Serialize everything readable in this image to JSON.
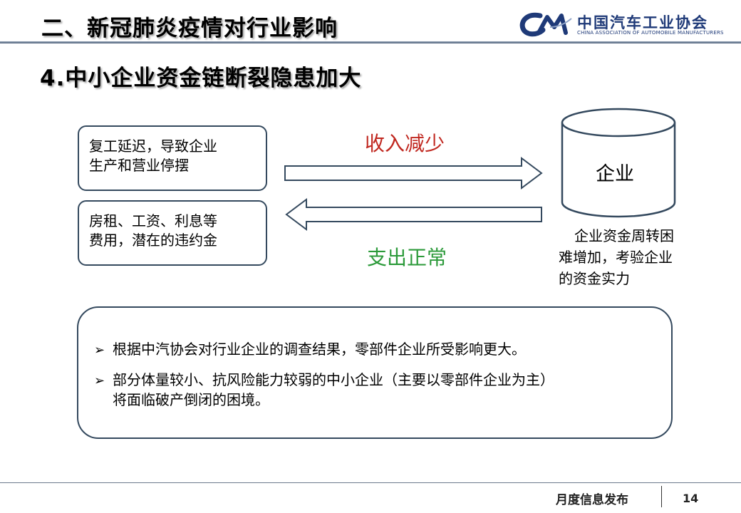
{
  "header": {
    "title": "二、新冠肺炎疫情对行业影响",
    "logo_cn": "中国汽车工业协会",
    "logo_en": "CHINA ASSOCIATION OF AUTOMOBILE MANUFACTURERS",
    "logo_mark": "CAM"
  },
  "subtitle": "4.中小企业资金链断裂隐患加大",
  "diagram": {
    "box_top_line1": "复工延迟，导致企业",
    "box_top_line2": "生产和营业停摆",
    "box_bottom_line1": "房租、工资、利息等",
    "box_bottom_line2": "费用，潜在的违约金",
    "arrow_right_label": "收入减少",
    "arrow_left_label": "支出正常",
    "cylinder_label": "企业",
    "note_line1": "企业资金周转困",
    "note_line2": "难增加，考验企业",
    "note_line3": "的资金实力"
  },
  "bullets": {
    "item1": "根据中汽协会对行业企业的调查结果，零部件企业所受影响更大。",
    "item2_line1": "部分体量较小、抗风险能力较弱的中小企业（主要以零部件企业为主）",
    "item2_line2": "将面临破产倒闭的困境。",
    "marker": "➢"
  },
  "footer": {
    "text": "月度信息发布",
    "page": "14"
  },
  "colors": {
    "red_label": "#c0271f",
    "green_label": "#2c9a3a",
    "border": "#34495e",
    "logo": "#1f3a78"
  }
}
